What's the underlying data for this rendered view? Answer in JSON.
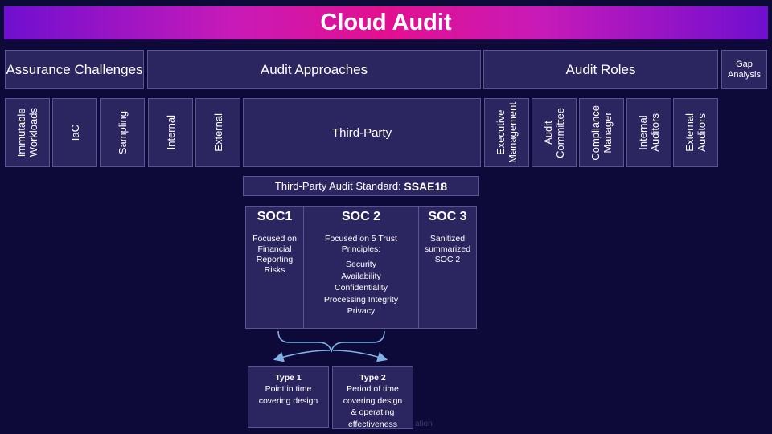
{
  "title": "Cloud Audit",
  "sections": {
    "assurance": "Assurance Challenges",
    "approaches": "Audit Approaches",
    "roles": "Audit Roles",
    "gap": "Gap\nAnalysis"
  },
  "challenges": [
    "Immutable\nWorkloads",
    "IaC",
    "Sampling"
  ],
  "approaches": {
    "internal": "Internal",
    "external": "External",
    "third_party": "Third-Party"
  },
  "roles": [
    "Executive\nManagement",
    "Audit\nCommittee",
    "Compliance\nManager",
    "Internal\nAuditors",
    "External\nAuditors"
  ],
  "standard": {
    "label": "Third-Party Audit Standard:",
    "value": "SSAE18"
  },
  "soc1": {
    "title": "SOC1",
    "desc": "Focused on\nFinancial\nReporting\nRisks"
  },
  "soc2": {
    "title": "SOC 2",
    "desc": "Focused on 5 Trust\nPrinciples:",
    "principles": [
      "Security",
      "Availability",
      "Confidentiality",
      "Processing Integrity",
      "Privacy"
    ]
  },
  "soc3": {
    "title": "SOC 3",
    "desc": "Sanitized\nsummarized\nSOC 2"
  },
  "type1": {
    "title": "Type 1",
    "desc": "Point in time\ncovering design"
  },
  "type2": {
    "title": "Type 2",
    "desc": "Period of time\ncovering design\n& operating\neffectiveness"
  },
  "faint_text": "ation",
  "colors": {
    "background": "#0d0a3a",
    "box": "#2b2560",
    "border": "#5a5494",
    "arrow": "#7fb3e6"
  }
}
